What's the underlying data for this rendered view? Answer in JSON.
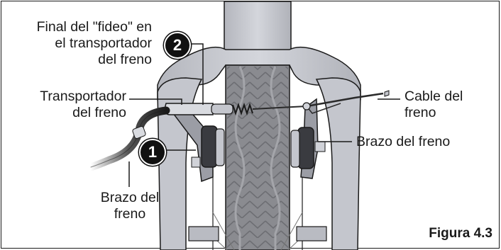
{
  "labels": {
    "noodle_end": [
      "Final del \"fideo\" en",
      "el transportador",
      "del freno"
    ],
    "carrier": [
      "Transportador",
      "del freno"
    ],
    "cable": [
      "Cable del",
      "freno"
    ],
    "arm_right": [
      "Brazo del freno"
    ],
    "arm_left": [
      "Brazo del",
      "freno"
    ]
  },
  "markers": {
    "one": "1",
    "two": "2"
  },
  "caption": "Figura 4.3",
  "colors": {
    "fork": "#c4c6cd",
    "fork_shadow": "#8e9099",
    "tire": "#8a8b90",
    "tire_light": "#a4a5aa",
    "tread": "#6d6e73",
    "pads": "#3a3b40",
    "ink": "#1a1a1a",
    "cable": "#2a2a2a"
  },
  "icons": {
    "housing": "cable-housing",
    "spring": "boot-spring"
  }
}
